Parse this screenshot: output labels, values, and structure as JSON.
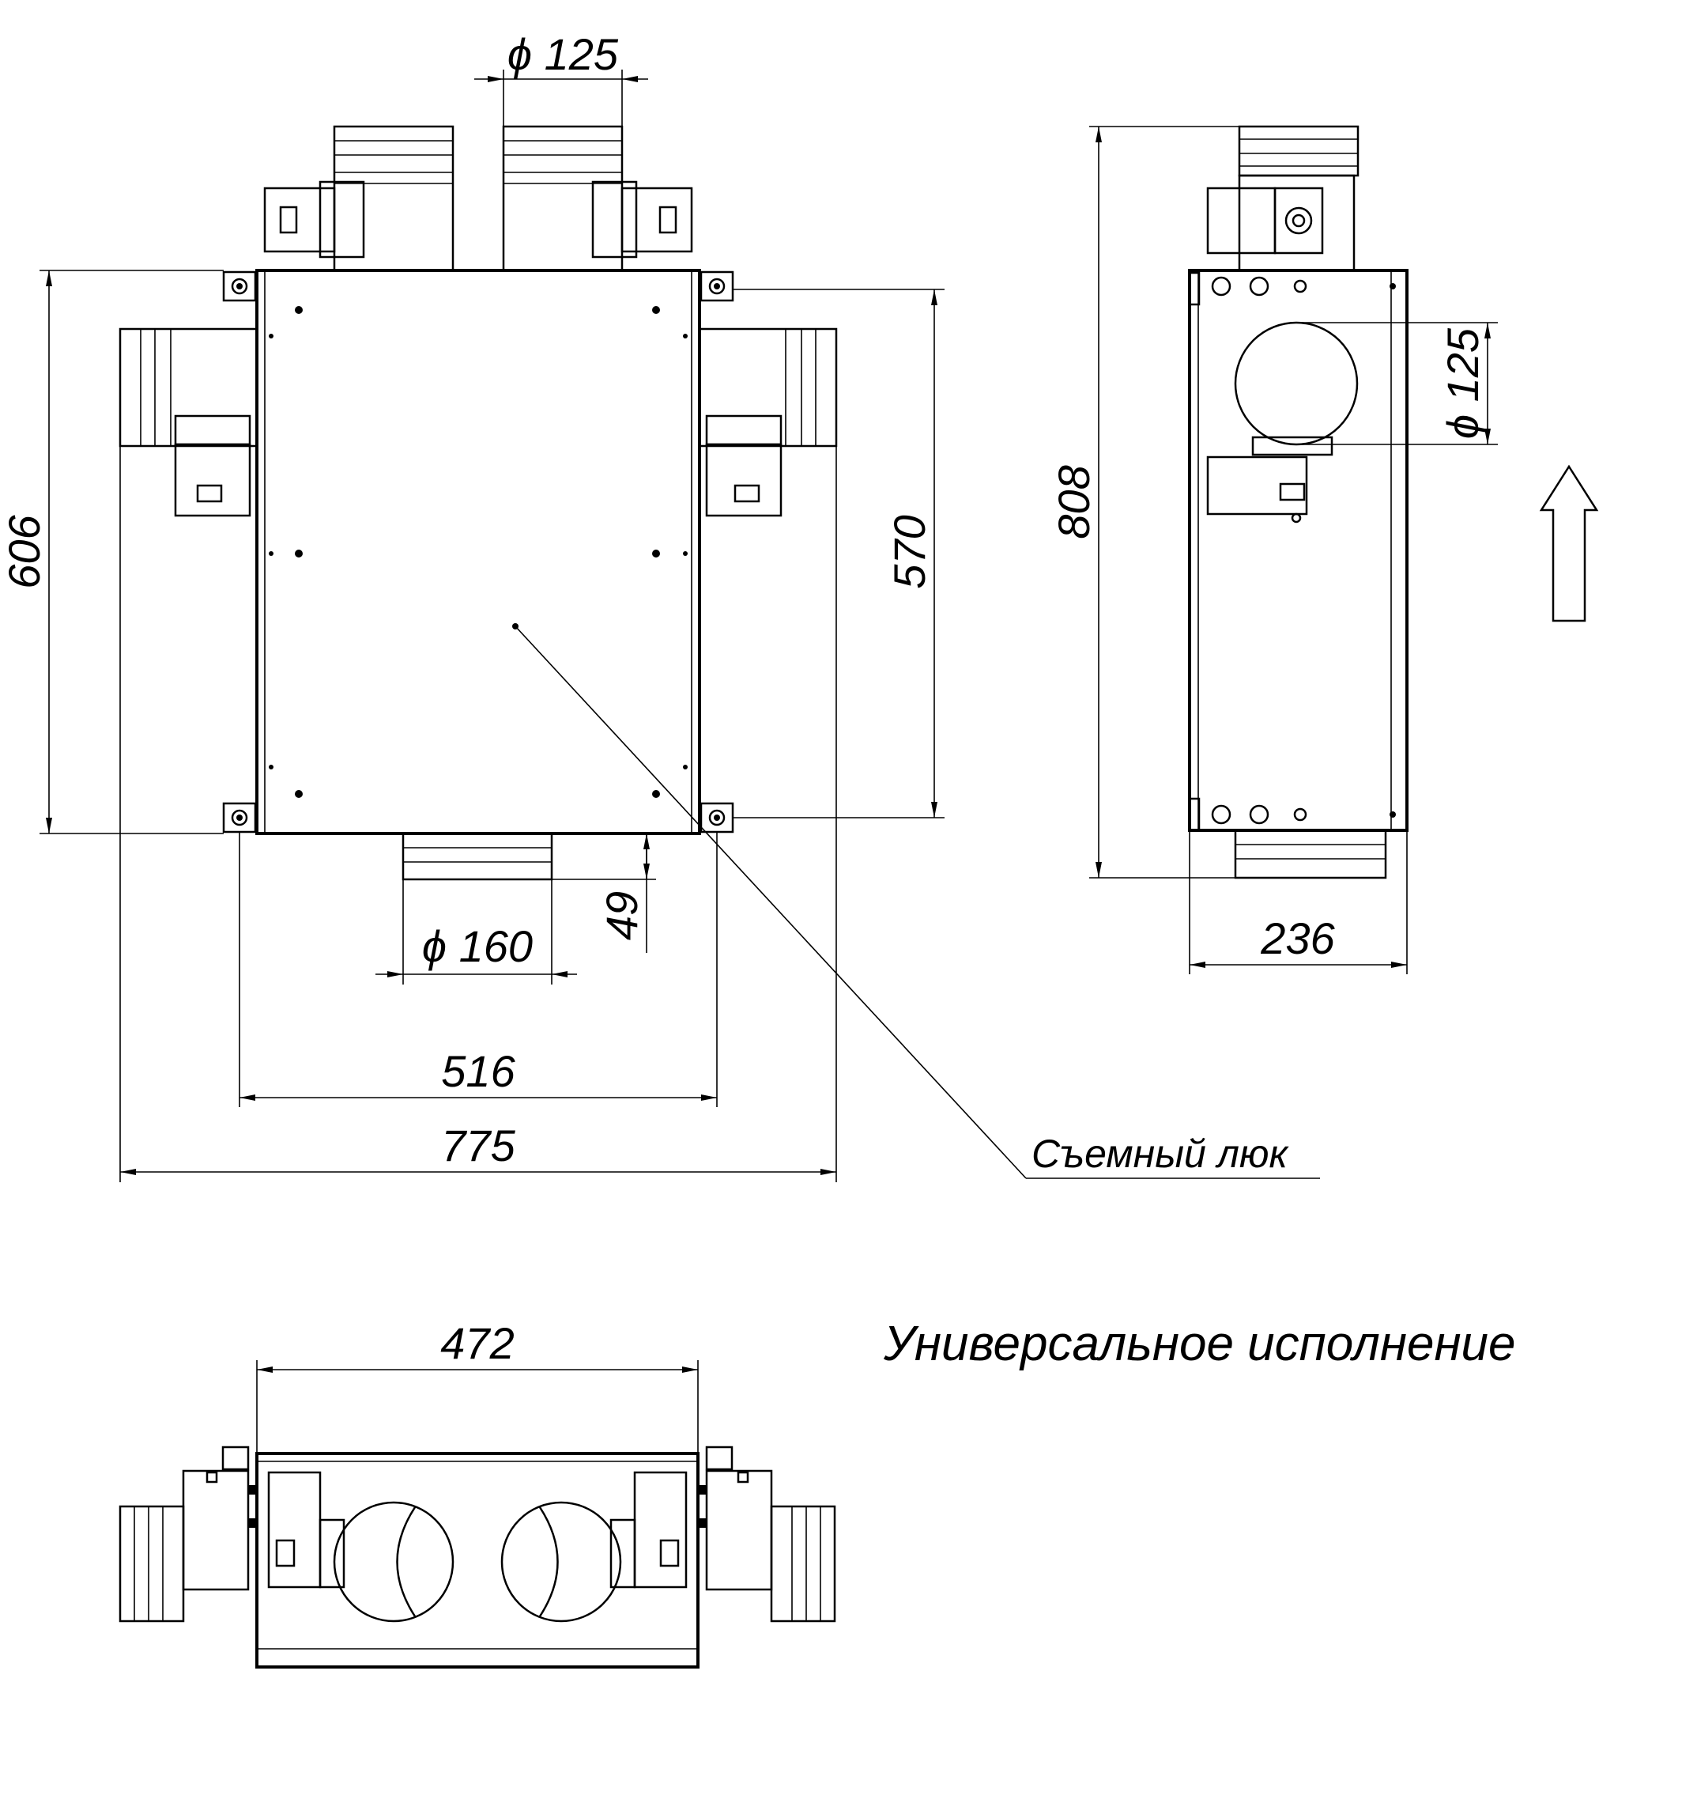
{
  "dimensions": {
    "d125_top": "ϕ 125",
    "d125_side": "ϕ 125",
    "d160": "ϕ 160",
    "h606": "606",
    "h570": "570",
    "h808": "808",
    "h49": "49",
    "w516": "516",
    "w775": "775",
    "w236": "236",
    "w472": "472"
  },
  "labels": {
    "hatch": "Съемный люк",
    "variant": "Универсальное  исполнение"
  },
  "icons": {
    "direction": "arrow-up-icon"
  }
}
